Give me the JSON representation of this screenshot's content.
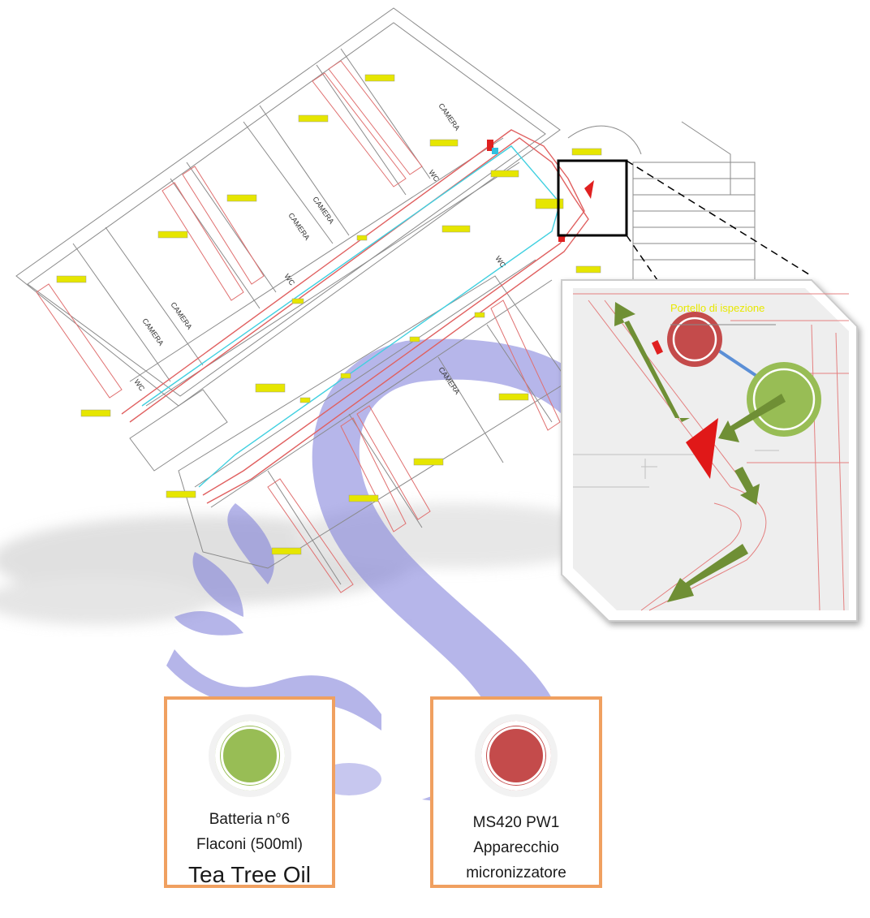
{
  "plan": {
    "room_labels": [
      "CAMERA",
      "CAMERA",
      "CAMERA",
      "CAMERA",
      "CAMERA",
      "CAMERA"
    ],
    "wc_labels": [
      "WC",
      "WC",
      "WC",
      "WC"
    ]
  },
  "inset": {
    "label": "Portello di ispezione"
  },
  "legend": {
    "battery": {
      "line1": "Batteria n°6",
      "line2": "Flaconi (500ml)",
      "line3": "Tea Tree Oil"
    },
    "device": {
      "line1": "MS420 PW1",
      "line2": "Apparecchio",
      "line3": "micronizzatore"
    }
  },
  "colors": {
    "battery": "#98bd55",
    "device": "#c44b4b",
    "legend_border": "#f0a060",
    "duct_red": "#e06060",
    "duct_cyan": "#40d0e0",
    "watermark": "#6a6ad6",
    "arrow_green": "#6f8f35",
    "inset_bg": "#eeeeee"
  }
}
